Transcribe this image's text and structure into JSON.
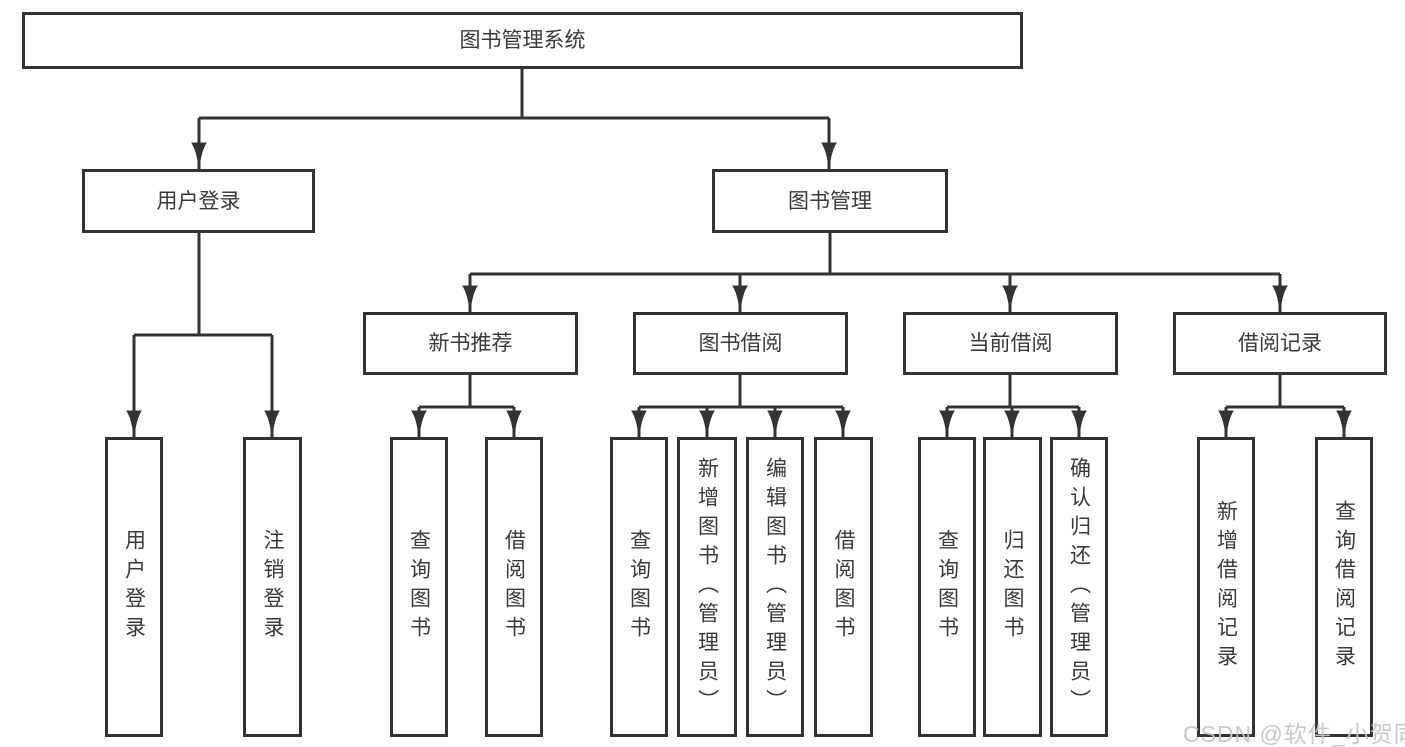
{
  "diagram": {
    "root": {
      "label": "图书管理系统"
    },
    "level2": {
      "user_login": {
        "label": "用户登录"
      },
      "book_mgmt": {
        "label": "图书管理"
      }
    },
    "level3": {
      "new_books": {
        "label": "新书推荐"
      },
      "book_borrow": {
        "label": "图书借阅"
      },
      "current_borrow": {
        "label": "当前借阅"
      },
      "borrow_records": {
        "label": "借阅记录"
      }
    },
    "leaves": {
      "user_login": [
        "用户登录",
        "注销登录"
      ],
      "new_books": [
        "查询图书",
        "借阅图书"
      ],
      "book_borrow": [
        "查询图书",
        "新增图书（管理员）",
        "编辑图书（管理员）",
        "借阅图书"
      ],
      "current_borrow": [
        "查询图书",
        "归还图书",
        "确认归还（管理员）"
      ],
      "borrow_records": [
        "新增借阅记录",
        "查询借阅记录"
      ]
    }
  },
  "watermark": {
    "text": "CSDN @软件_小贺同学"
  },
  "colors": {
    "line": "#333333",
    "box_border": "#333333",
    "text": "#3a3a3a",
    "watermark": "#c4c4c4",
    "background": "#ffffff"
  }
}
